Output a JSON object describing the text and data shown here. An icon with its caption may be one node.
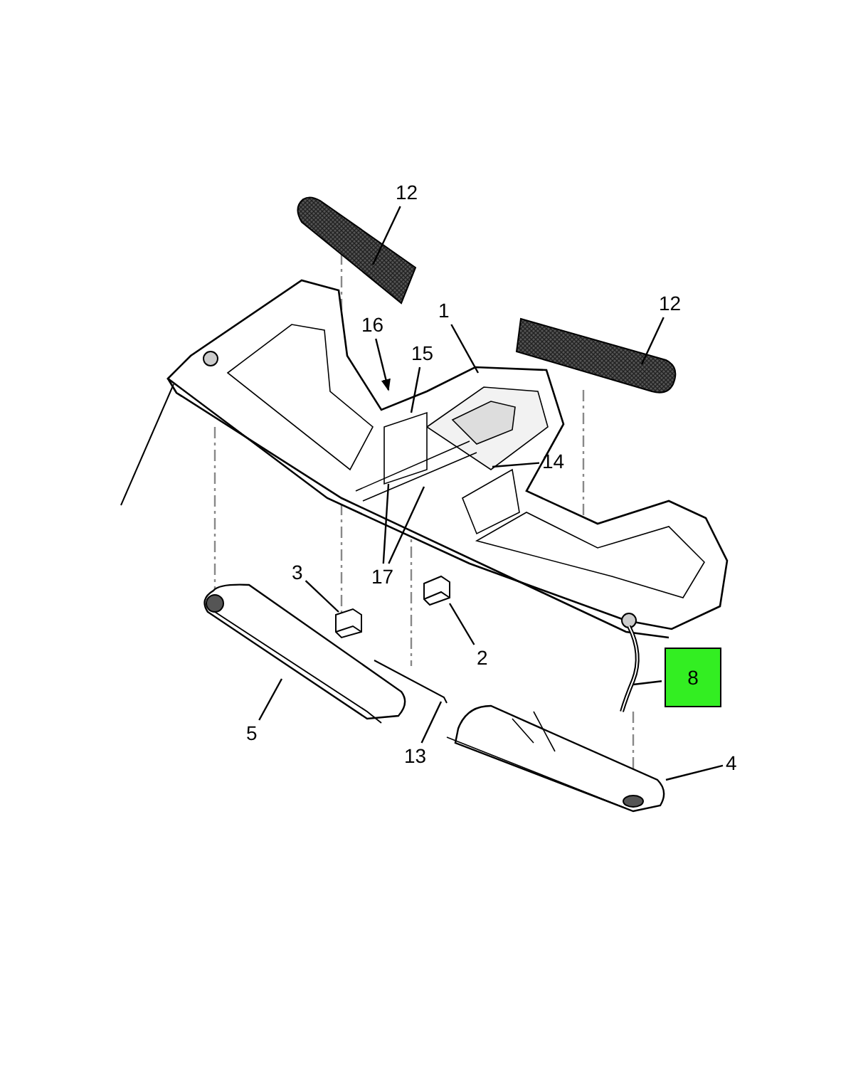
{
  "diagram": {
    "nodes": [
      {
        "text": [
          "1"
        ]
      },
      {
        "text": [
          "12"
        ]
      },
      {
        "text": [
          "12"
        ]
      },
      {
        "text": [
          "16"
        ]
      },
      {
        "text": [
          "15"
        ]
      },
      {
        "text": [
          "14"
        ]
      },
      {
        "text": [
          "17"
        ]
      },
      {
        "text": [
          "3"
        ]
      },
      {
        "text": [
          "2"
        ]
      },
      {
        "text": [
          "8"
        ]
      },
      {
        "text": [
          "5"
        ]
      },
      {
        "text": [
          "13"
        ]
      },
      {
        "text": [
          "4"
        ]
      },
      {
        "text": [],
        "shape": "picture"
      },
      {
        "text": [],
        "shape": "picture"
      },
      {
        "text": [],
        "shape": "picture"
      },
      {
        "text": [],
        "shape": "picture"
      },
      {
        "text": [],
        "shape": "picture"
      },
      {
        "text": [],
        "shape": "picture"
      },
      {
        "text": [],
        "shape": "picture"
      },
      {
        "text": [],
        "shape": "picture"
      },
      {
        "text": [],
        "shape": "picture"
      }
    ],
    "edges": [
      {
        "from": 0,
        "to": 15,
        "arrow": "none"
      },
      {
        "from": 1,
        "to": 13,
        "arrow": "none"
      },
      {
        "from": 2,
        "to": 14,
        "arrow": "none"
      },
      {
        "from": 3,
        "to": 15,
        "arrow": "to"
      },
      {
        "from": 4,
        "to": 15,
        "arrow": "none"
      },
      {
        "from": 5,
        "to": 15,
        "arrow": "none"
      },
      {
        "from": 6,
        "to": 15,
        "arrow": "none"
      },
      {
        "from": 6,
        "to": 15,
        "arrow": "none"
      },
      {
        "from": 7,
        "to": 16,
        "arrow": "none"
      },
      {
        "from": 8,
        "to": 17,
        "arrow": "none"
      },
      {
        "from": 9,
        "to": 18,
        "arrow": "none"
      },
      {
        "from": 10,
        "to": 19,
        "arrow": "none"
      },
      {
        "from": 11,
        "to": 20,
        "arrow": "none"
      },
      {
        "from": 12,
        "to": 21,
        "arrow": "none"
      },
      {
        "from": 15,
        "to": 19,
        "arrow": "none",
        "style": "dashed",
        "color": "#888888"
      },
      {
        "from": 13,
        "to": 15,
        "arrow": "none",
        "style": "dashed",
        "color": "#888888"
      },
      {
        "from": 15,
        "to": 16,
        "arrow": "none",
        "style": "dashed",
        "color": "#888888"
      },
      {
        "from": 15,
        "to": 20,
        "arrow": "none",
        "style": "dashed",
        "color": "#888888"
      },
      {
        "from": 14,
        "to": 15,
        "arrow": "none",
        "style": "dashed",
        "color": "#888888"
      },
      {
        "from": 18,
        "to": 21,
        "arrow": "none",
        "style": "dashed",
        "color": "#888888"
      }
    ]
  }
}
